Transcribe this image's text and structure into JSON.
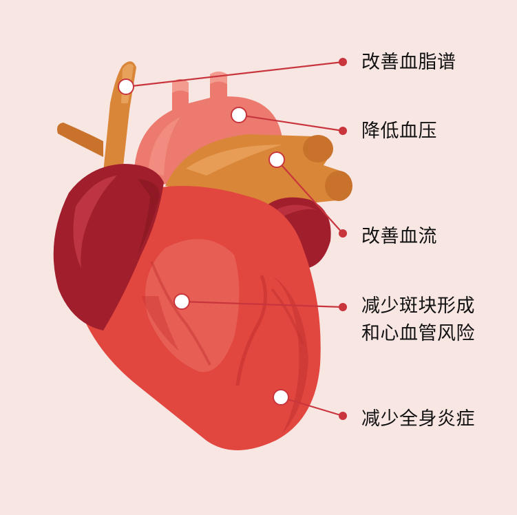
{
  "colors": {
    "background": "#f8e6e3",
    "callout_line": "#c9353c",
    "heart_main": "#e1463f",
    "atrium_dark": "#a11f2c",
    "vessel_orange": "#d98638",
    "aorta_pink": "#ec7a6e"
  },
  "labels": [
    {
      "text": "改善血脂谱"
    },
    {
      "text": "降低血压"
    },
    {
      "text": "改善血流"
    },
    {
      "text": "减少斑块形成"
    },
    {
      "text": "和心血管风险"
    },
    {
      "text": "减少全身炎症"
    }
  ]
}
